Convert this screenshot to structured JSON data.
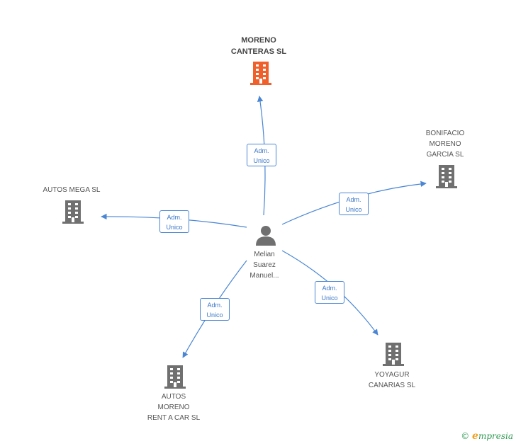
{
  "colors": {
    "edge": "#4a86d4",
    "main_company": "#f0602a",
    "company": "#707070",
    "person": "#707070",
    "brand": "#2f9a53"
  },
  "center": {
    "name": "Melian\nSuarez\nManuel..."
  },
  "companies": {
    "main": {
      "name": "MORENO\nCANTERAS SL"
    },
    "bonifacio": {
      "name": "BONIFACIO\nMORENO\nGARCIA SL"
    },
    "autos_mega": {
      "name": "AUTOS MEGA SL"
    },
    "yoyagur": {
      "name": "YOYAGUR\nCANARIAS SL"
    },
    "autos_moreno": {
      "name": "AUTOS\nMORENO\nRENT A CAR SL"
    }
  },
  "edges": [
    {
      "to": "main",
      "label": "Adm.\nUnico"
    },
    {
      "to": "bonifacio",
      "label": "Adm.\nUnico"
    },
    {
      "to": "autos_mega",
      "label": "Adm.\nUnico"
    },
    {
      "to": "yoyagur",
      "label": "Adm.\nUnico"
    },
    {
      "to": "autos_moreno",
      "label": "Adm.\nUnico"
    }
  ],
  "footer": {
    "copyright": "©",
    "brand_initial": "e",
    "brand_rest": "mpresia"
  }
}
